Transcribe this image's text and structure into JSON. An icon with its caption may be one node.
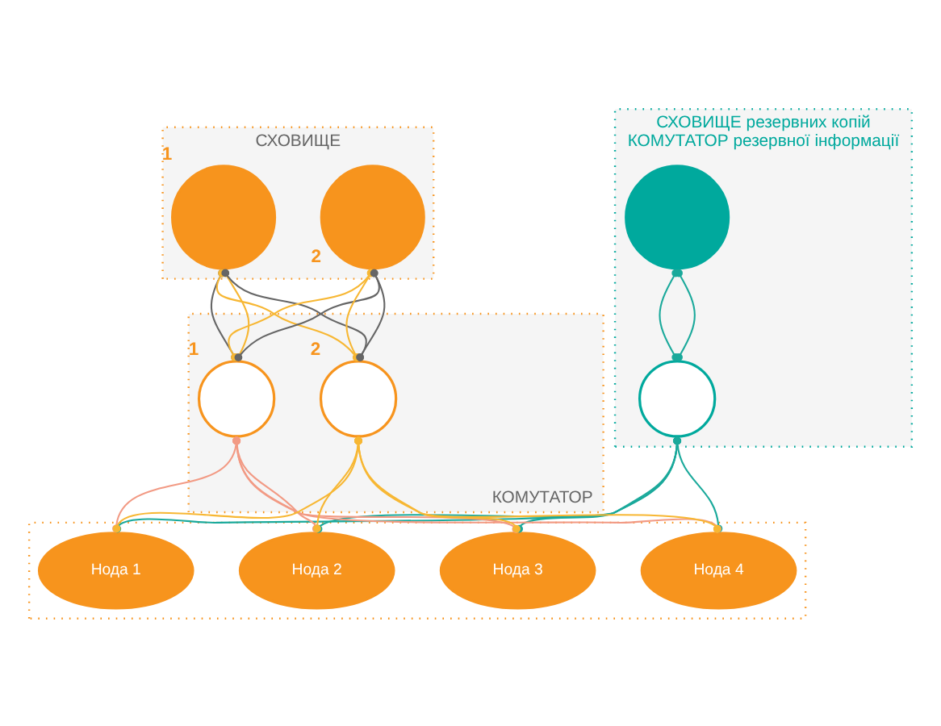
{
  "diagram": {
    "nodes": [
      {
        "text": [
          "СХОВИЩЕ"
        ]
      },
      {
        "text": [],
        "shape": "circle",
        "in": 0,
        "beside": [
          "1"
        ]
      },
      {
        "text": [],
        "shape": "circle",
        "in": 0,
        "beside": [
          "2"
        ]
      },
      {
        "text": [
          "СХОВИЩЕ резервних копій",
          "КОМУТАТОР резервної інформації"
        ]
      },
      {
        "text": [],
        "shape": "circle",
        "in": 3
      },
      {
        "text": [],
        "shape": "circle",
        "in": 3
      },
      {
        "text": [
          "КОМУТАТОР"
        ]
      },
      {
        "text": [],
        "shape": "circle",
        "in": 6,
        "beside": [
          "1"
        ]
      },
      {
        "text": [],
        "shape": "circle",
        "in": 6,
        "beside": [
          "2"
        ]
      },
      {
        "text": [],
        "shape": "box"
      },
      {
        "text": [
          "Нода 1"
        ],
        "in": 9
      },
      {
        "text": [
          "Нода 2"
        ],
        "in": 9
      },
      {
        "text": [
          "Нода 3"
        ],
        "in": 9
      },
      {
        "text": [
          "Нода 4"
        ],
        "in": 9
      }
    ],
    "edges": [
      {
        "from": 1,
        "to": 7,
        "arrow": "other",
        "color": "#666666"
      },
      {
        "from": 1,
        "to": 7,
        "arrow": "other"
      },
      {
        "from": 1,
        "to": 8,
        "arrow": "other"
      },
      {
        "from": 1,
        "to": 8,
        "arrow": "other",
        "color": "#666666"
      },
      {
        "from": 2,
        "to": 8,
        "arrow": "other"
      },
      {
        "from": 2,
        "to": 8,
        "arrow": "other",
        "color": "#666666"
      },
      {
        "from": 2,
        "to": 7,
        "arrow": "other"
      },
      {
        "from": 2,
        "to": 7,
        "arrow": "other",
        "color": "#666666"
      },
      {
        "from": 4,
        "to": 5,
        "arrow": "other",
        "color": "#1aa99b"
      },
      {
        "from": 4,
        "to": 5,
        "arrow": "other",
        "color": "#1aa99b"
      },
      {
        "from": 7,
        "to": 10,
        "arrow": "other",
        "color": "#f29a84"
      },
      {
        "from": 7,
        "to": 11,
        "arrow": "other",
        "color": "#f29a84"
      },
      {
        "from": 7,
        "to": 12,
        "arrow": "other",
        "color": "#f29a84"
      },
      {
        "from": 7,
        "to": 13,
        "arrow": "other",
        "color": "#f29a84"
      },
      {
        "from": 8,
        "to": 10,
        "arrow": "other"
      },
      {
        "from": 8,
        "to": 11,
        "arrow": "other"
      },
      {
        "from": 8,
        "to": 12,
        "arrow": "other"
      },
      {
        "from": 8,
        "to": 13,
        "arrow": "other"
      },
      {
        "from": 5,
        "to": 10,
        "arrow": "other",
        "color": "#1aa99b"
      },
      {
        "from": 5,
        "to": 11,
        "arrow": "other",
        "color": "#1aa99b"
      },
      {
        "from": 5,
        "to": 12,
        "arrow": "other",
        "color": "#1aa99b"
      },
      {
        "from": 5,
        "to": 13,
        "arrow": "other",
        "color": "#1aa99b"
      }
    ]
  }
}
